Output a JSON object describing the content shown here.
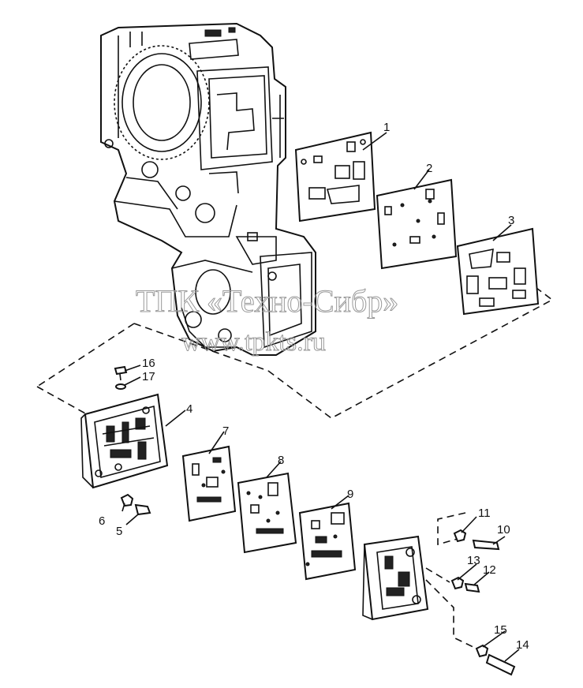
{
  "watermark": {
    "line1": "ТПК «Техно-Сибр»",
    "line2": "www.tpkts.ru"
  },
  "callouts": [
    {
      "id": "1",
      "label": "1"
    },
    {
      "id": "2",
      "label": "2"
    },
    {
      "id": "3",
      "label": "3"
    },
    {
      "id": "4",
      "label": "4"
    },
    {
      "id": "5",
      "label": "5"
    },
    {
      "id": "6",
      "label": "6"
    },
    {
      "id": "7",
      "label": "7"
    },
    {
      "id": "8",
      "label": "8"
    },
    {
      "id": "9",
      "label": "9"
    },
    {
      "id": "10",
      "label": "10"
    },
    {
      "id": "11",
      "label": "11"
    },
    {
      "id": "12",
      "label": "12"
    },
    {
      "id": "13",
      "label": "13"
    },
    {
      "id": "14",
      "label": "14"
    },
    {
      "id": "15",
      "label": "15"
    },
    {
      "id": "16",
      "label": "16"
    },
    {
      "id": "17",
      "label": "17"
    }
  ]
}
